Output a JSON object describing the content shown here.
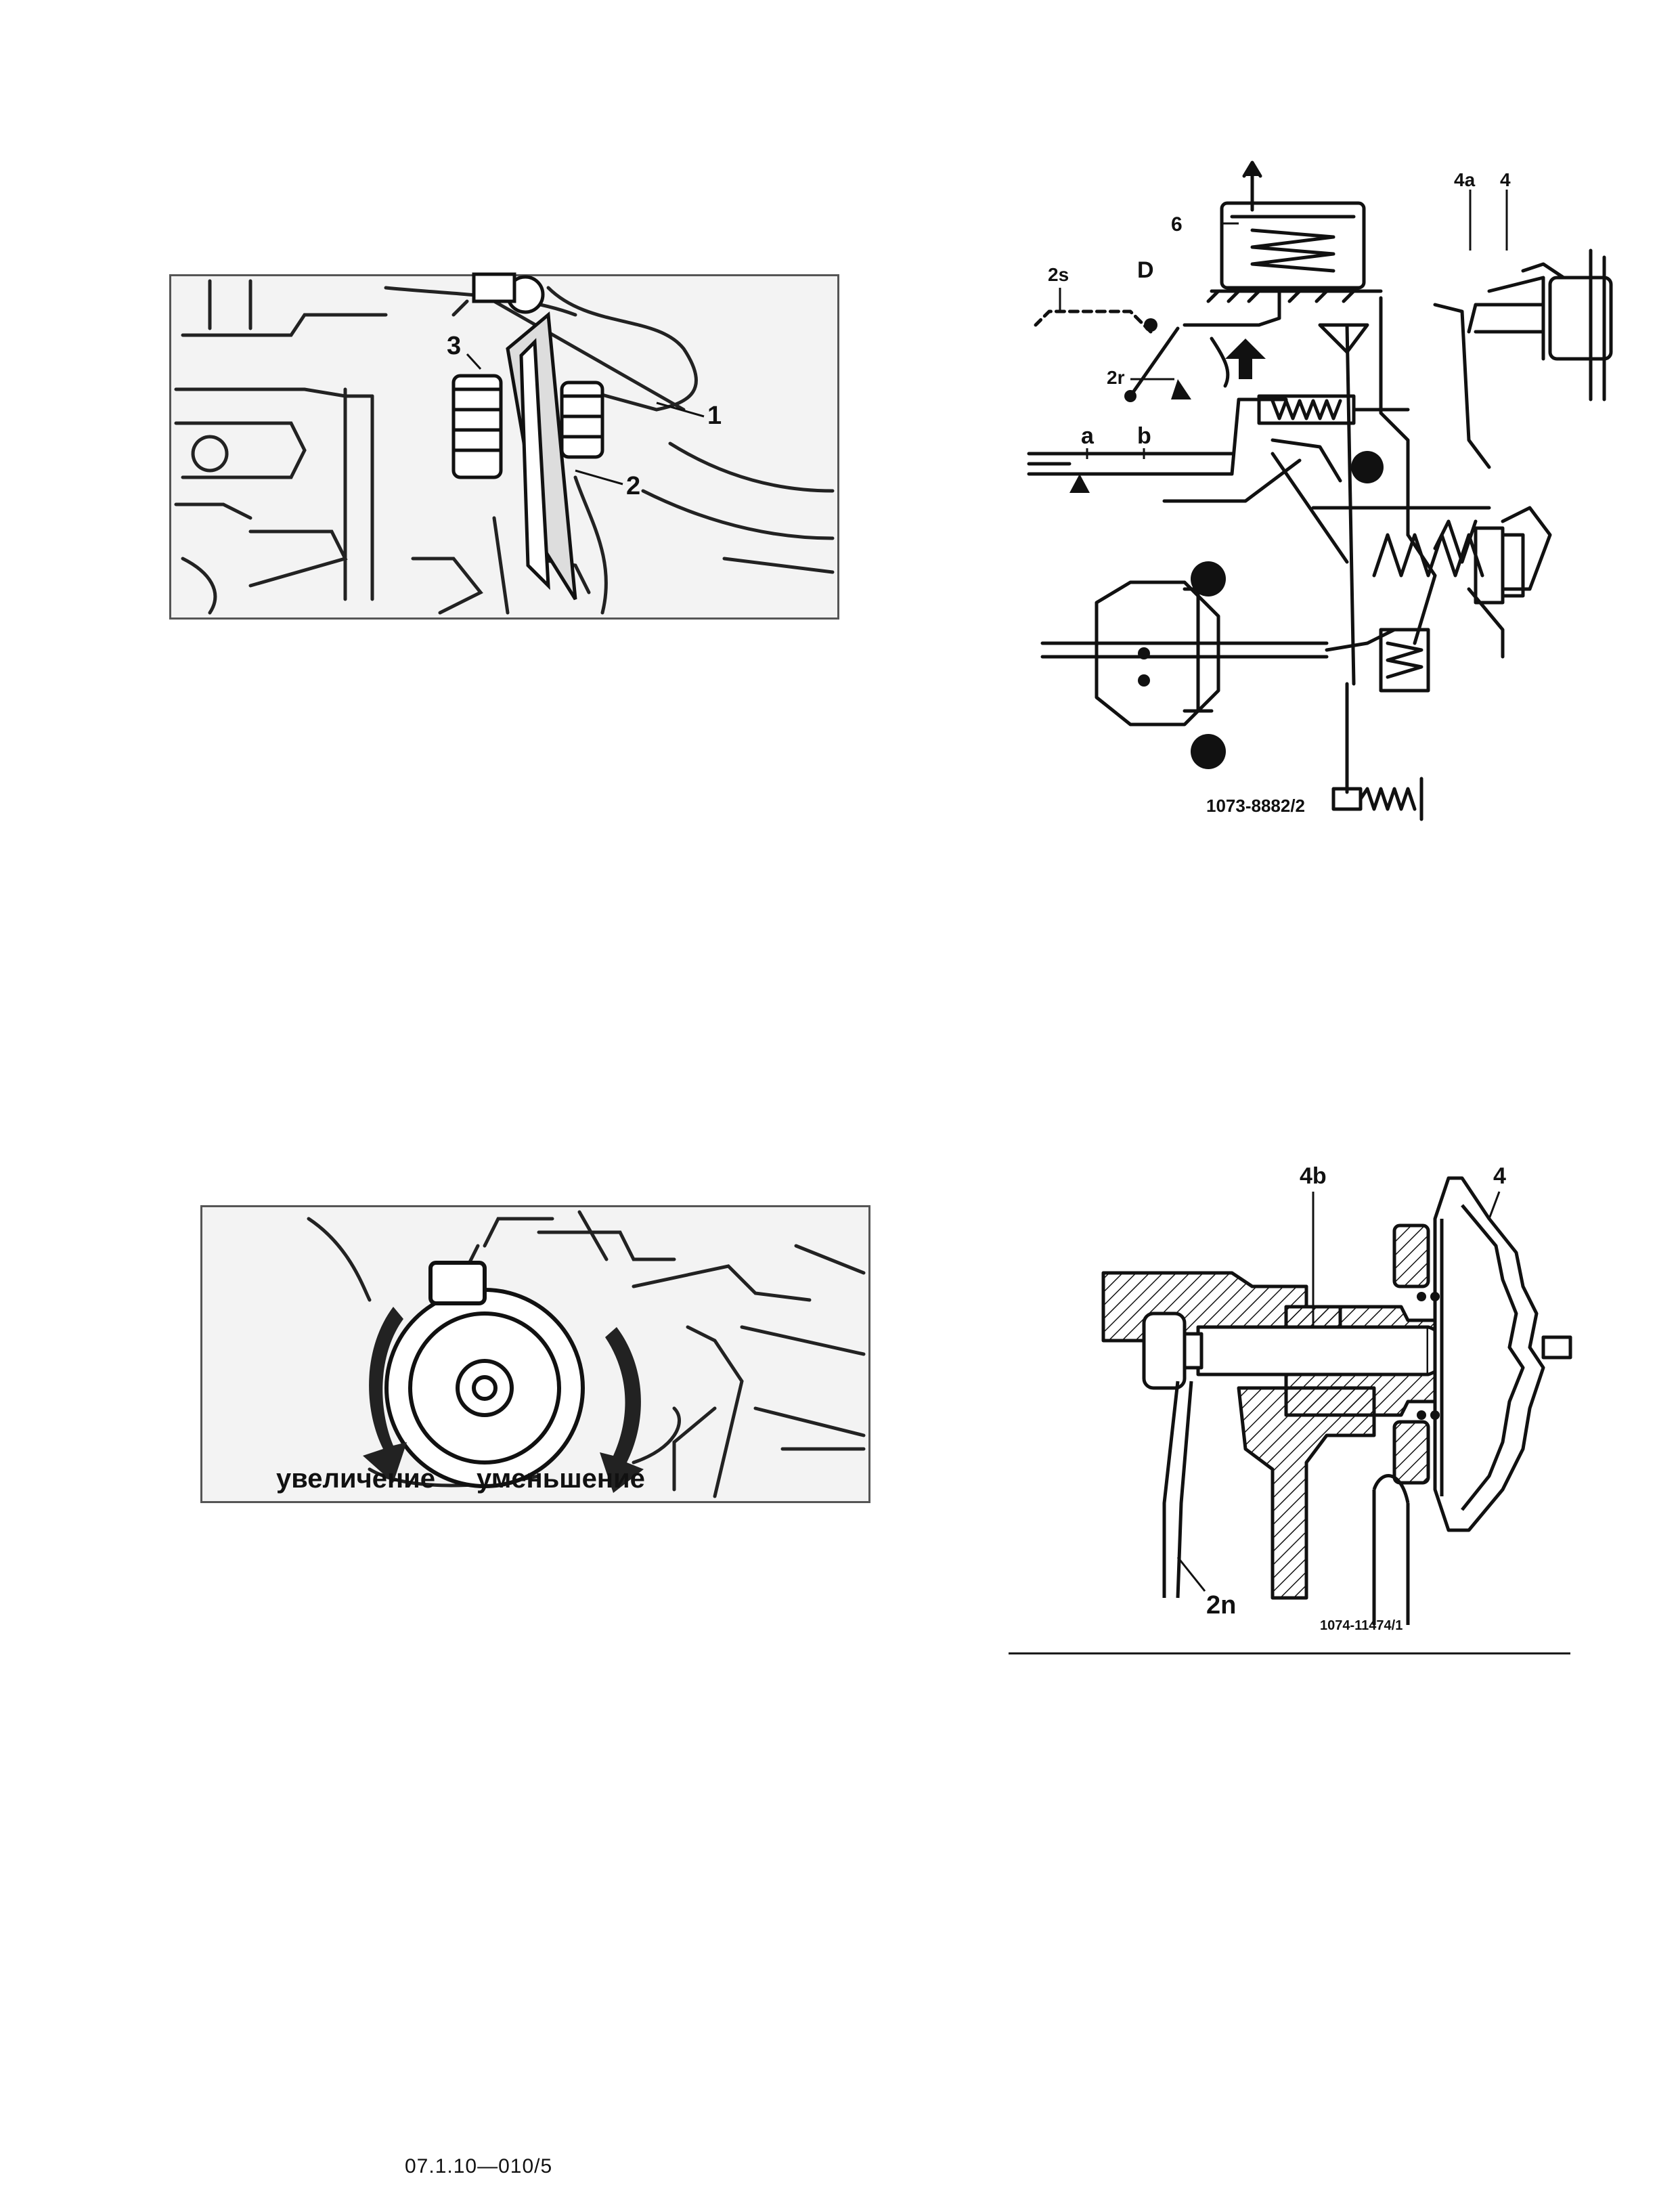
{
  "figure_top_left": {
    "callouts": [
      "1",
      "2",
      "3"
    ]
  },
  "figure_top_right": {
    "callouts": [
      "6",
      "4a",
      "4",
      "2s",
      "D",
      "2r",
      "a",
      "b"
    ],
    "code": "1073-8882/2"
  },
  "figure_bottom_left": {
    "increase_label": "увеличение",
    "decrease_label": "уменьшение"
  },
  "figure_bottom_right": {
    "callouts": [
      "4b",
      "4",
      "2n"
    ],
    "code": "1074-11474/1"
  },
  "footer": {
    "page_code": "07.1.10—010/5"
  },
  "colors": {
    "ink": "#111111",
    "frame": "#555555",
    "photo_bg": "#f3f3f3"
  }
}
